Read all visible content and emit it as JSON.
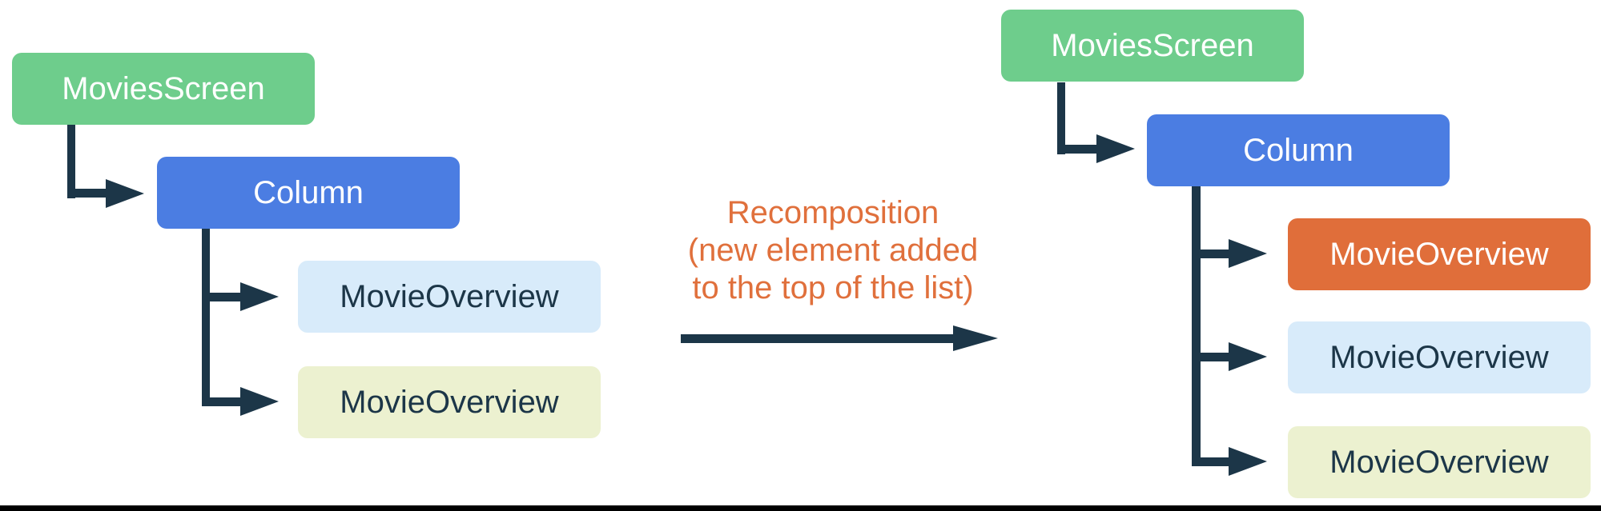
{
  "diagram": {
    "before": {
      "root": "MoviesScreen",
      "container": "Column",
      "children": [
        "MovieOverview",
        "MovieOverview"
      ]
    },
    "transition": {
      "caption_lines": [
        "Recomposition",
        "(new element added",
        "to the top of the list)"
      ]
    },
    "after": {
      "root": "MoviesScreen",
      "container": "Column",
      "children": [
        "MovieOverview",
        "MovieOverview",
        "MovieOverview"
      ]
    },
    "colors": {
      "root_green": "#6ECD8C",
      "container_blue": "#4B7DE2",
      "item_light_blue": "#D8EBFA",
      "item_light_yellow": "#ECF1D0",
      "item_new_orange": "#E06E3A",
      "caption_orange": "#E0703C",
      "connector_navy": "#1C3648"
    }
  }
}
